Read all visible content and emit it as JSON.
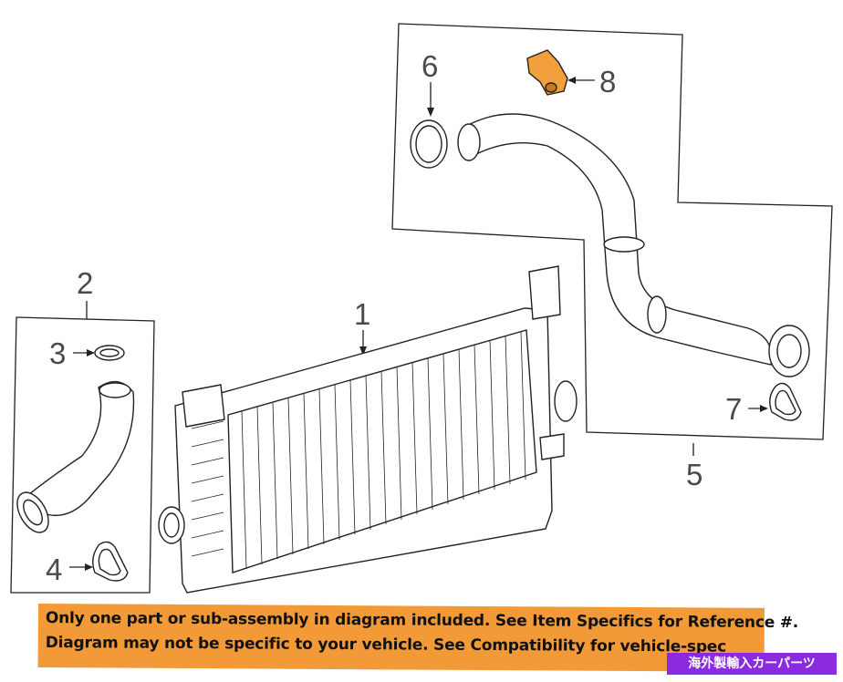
{
  "callouts": {
    "c1": "1",
    "c2": "2",
    "c3": "3",
    "c4": "4",
    "c5": "5",
    "c6": "6",
    "c7": "7",
    "c8": "8"
  },
  "banner": {
    "line1": "Only one part or sub-assembly in diagram included. See Item Specifics for Reference #.",
    "line2": "Diagram may not be specific to your vehicle. See Compatibility for vehicle-spec"
  },
  "watermark": "海外製輸入カーパーツ",
  "colors": {
    "line": "#222222",
    "banner": "#f29a38",
    "highlight_part": "#f2a03d",
    "watermark_bg": "#8a2be2"
  }
}
